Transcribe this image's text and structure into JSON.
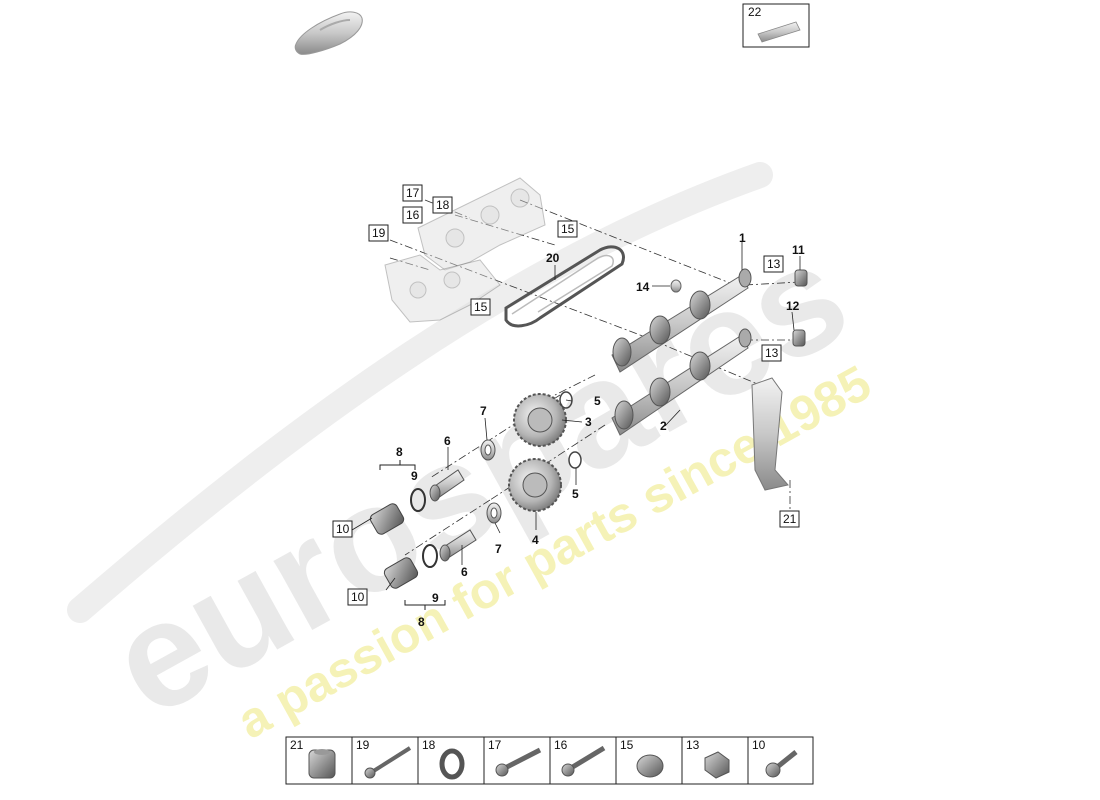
{
  "watermark": {
    "brand": "eurospares",
    "tagline": "a passion for parts since 1985",
    "brand_color": "#e6e6e6",
    "tagline_color": "#f3f0a6"
  },
  "icons": [
    "car-icon",
    "sealant-tube-icon",
    "camshaft-icon",
    "sprocket-icon",
    "actuator-icon"
  ],
  "top_ref_box": {
    "number": "22"
  },
  "callouts": [
    {
      "id": "c1",
      "text": "1",
      "boxed": false
    },
    {
      "id": "c2",
      "text": "2",
      "boxed": false
    },
    {
      "id": "c3",
      "text": "3",
      "boxed": false
    },
    {
      "id": "c4",
      "text": "4",
      "boxed": false
    },
    {
      "id": "c5a",
      "text": "5",
      "boxed": false
    },
    {
      "id": "c5b",
      "text": "5",
      "boxed": false
    },
    {
      "id": "c6a",
      "text": "6",
      "boxed": false
    },
    {
      "id": "c6b",
      "text": "6",
      "boxed": false
    },
    {
      "id": "c7a",
      "text": "7",
      "boxed": false
    },
    {
      "id": "c7b",
      "text": "7",
      "boxed": false
    },
    {
      "id": "c8a",
      "text": "8",
      "boxed": false
    },
    {
      "id": "c8b",
      "text": "8",
      "boxed": false
    },
    {
      "id": "c9a",
      "text": "9",
      "boxed": false
    },
    {
      "id": "c9b",
      "text": "9",
      "boxed": false
    },
    {
      "id": "c10a",
      "text": "10",
      "boxed": true
    },
    {
      "id": "c10b",
      "text": "10",
      "boxed": true
    },
    {
      "id": "c11",
      "text": "11",
      "boxed": false
    },
    {
      "id": "c12",
      "text": "12",
      "boxed": false
    },
    {
      "id": "c13a",
      "text": "13",
      "boxed": true
    },
    {
      "id": "c13b",
      "text": "13",
      "boxed": true
    },
    {
      "id": "c14",
      "text": "14",
      "boxed": false
    },
    {
      "id": "c15a",
      "text": "15",
      "boxed": true
    },
    {
      "id": "c15b",
      "text": "15",
      "boxed": true
    },
    {
      "id": "c16",
      "text": "16",
      "boxed": true
    },
    {
      "id": "c17",
      "text": "17",
      "boxed": true
    },
    {
      "id": "c18",
      "text": "18",
      "boxed": true
    },
    {
      "id": "c19",
      "text": "19",
      "boxed": true
    },
    {
      "id": "c20",
      "text": "20",
      "boxed": false
    },
    {
      "id": "c21",
      "text": "21",
      "boxed": true
    }
  ],
  "parts_strip": [
    {
      "number": "21",
      "icon": "sleeve-icon"
    },
    {
      "number": "19",
      "icon": "long-bolt-icon"
    },
    {
      "number": "18",
      "icon": "seal-ring-icon"
    },
    {
      "number": "17",
      "icon": "flange-bolt-icon"
    },
    {
      "number": "16",
      "icon": "flange-bolt-icon"
    },
    {
      "number": "15",
      "icon": "plug-icon"
    },
    {
      "number": "13",
      "icon": "nut-icon"
    },
    {
      "number": "10",
      "icon": "short-bolt-icon"
    }
  ]
}
